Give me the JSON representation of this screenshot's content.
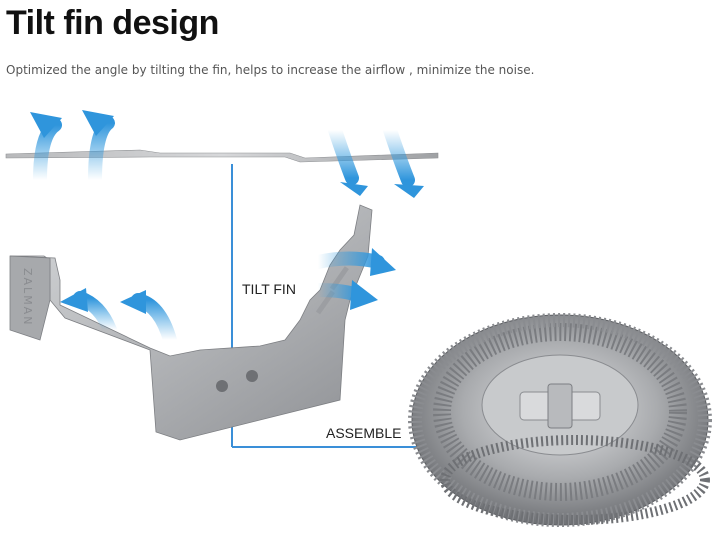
{
  "header": {
    "title": "Tilt fin design",
    "subtitle": "Optimized the angle by tilting the fin, helps to increase the airflow , minimize the noise."
  },
  "diagram": {
    "tilt_fin_label": "TILT FIN",
    "assemble_label": "ASSEMBLE",
    "fin_engraving": "ZALMAN",
    "colors": {
      "airflow_arrow": "#3aa0e0",
      "connector_line": "#3a8fd8",
      "metal": "#b8babd"
    }
  }
}
